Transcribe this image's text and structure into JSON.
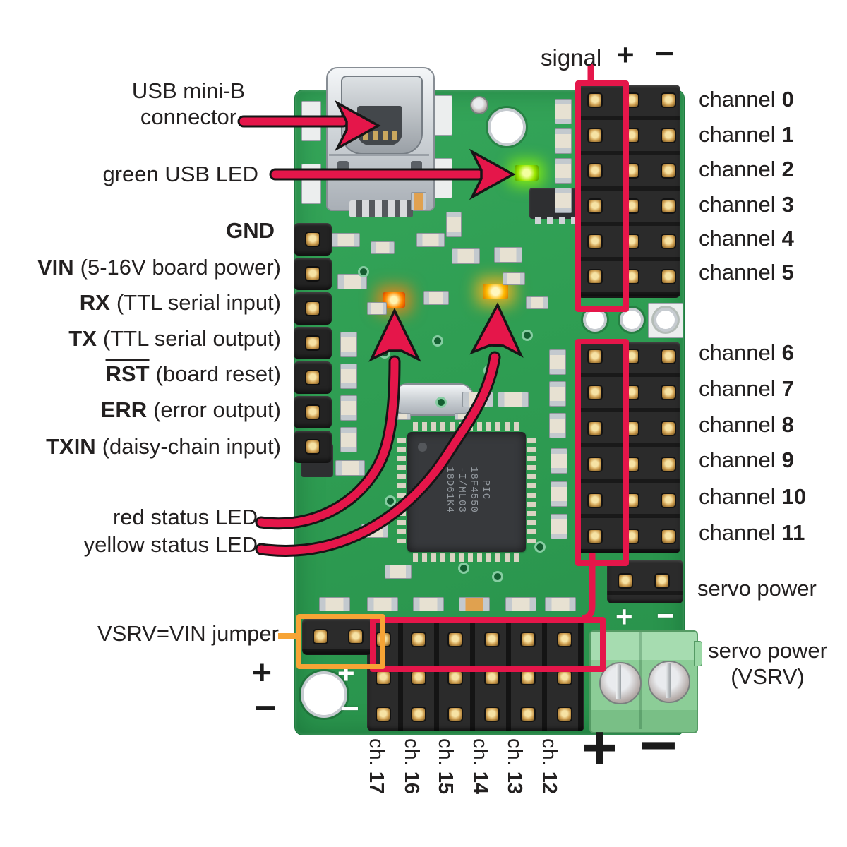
{
  "colors": {
    "annotation_red": "#e5164a",
    "jumper_orange": "#f7a435",
    "board_green": "#2f9e53",
    "led_green": "#9be800",
    "led_red": "#ff6a00",
    "led_yellow": "#ffb400"
  },
  "top": {
    "signal": "signal",
    "plus": "+",
    "minus": "−"
  },
  "callouts": {
    "usb_line1": "USB mini-B",
    "usb_line2": "connector",
    "green_usb_led": "green USB LED",
    "red_status_led": "red status LED",
    "yellow_status_led": "yellow status LED",
    "vsrv_jumper": "VSRV=VIN jumper"
  },
  "pins": [
    {
      "name": "GND",
      "desc": ""
    },
    {
      "name": "VIN",
      "desc": "(5-16V board power)"
    },
    {
      "name": "RX",
      "desc": "(TTL serial input)"
    },
    {
      "name": "TX",
      "desc": "(TTL serial output)"
    },
    {
      "name": "RST",
      "desc": "(board reset)"
    },
    {
      "name": "ERR",
      "desc": "(error output)"
    },
    {
      "name": "TXIN",
      "desc": "(daisy-chain input)"
    }
  ],
  "channels": {
    "word": "channel",
    "right": [
      "0",
      "1",
      "2",
      "3",
      "4",
      "5",
      "6",
      "7",
      "8",
      "9",
      "10",
      "11"
    ]
  },
  "bottom_channels": {
    "word": "ch.",
    "nums": [
      "17",
      "16",
      "15",
      "14",
      "13",
      "12"
    ]
  },
  "servo_power": {
    "header_label": "servo power",
    "terminal_line1": "servo power",
    "terminal_line2": "(VSRV)"
  },
  "board_marks": {
    "left_plus": "+",
    "left_minus": "−",
    "silk_plus": "+",
    "silk_minus": "−",
    "servo_plus": "+",
    "servo_minus": "−",
    "big_plus": "+",
    "big_minus": "−"
  },
  "chip": {
    "line1": "PIC",
    "line2": "18F4550",
    "line3": "-I/ML03",
    "line4": "18D61K4"
  }
}
